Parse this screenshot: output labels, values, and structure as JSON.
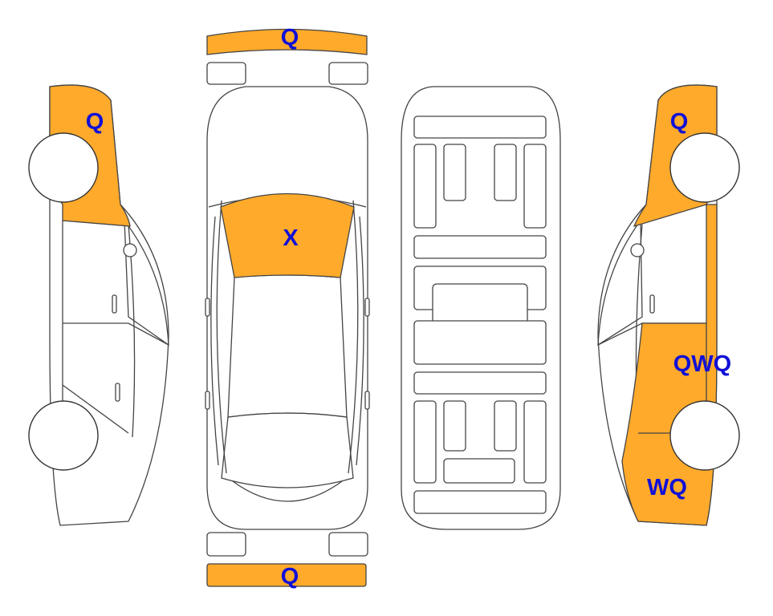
{
  "colors": {
    "damage_fill": "#FFAA2B",
    "mark_text": "#1010D6",
    "outline": "#444444"
  },
  "marks": {
    "front_bumper": "Q",
    "rear_bumper": "Q",
    "windshield": "X",
    "left_front_fender": "Q",
    "right_front_fender": "Q",
    "right_rear_door": "QWQ",
    "right_rear_quarter": "WQ"
  }
}
